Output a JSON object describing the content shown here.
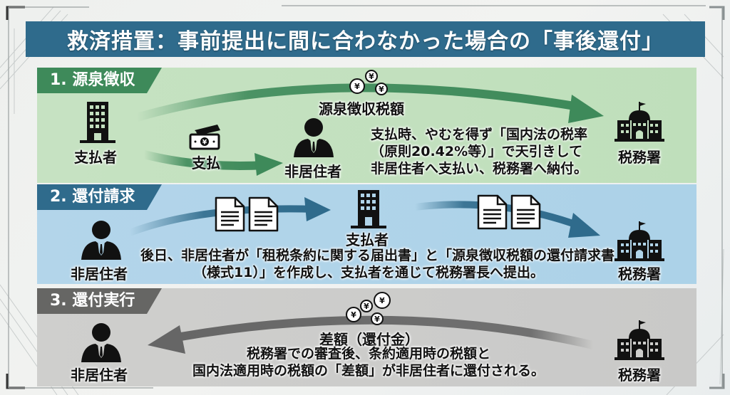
{
  "title": "救済措置：事前提出に間に合わなかった場合の「事後還付」",
  "colors": {
    "title_bg": "#2f6b8c",
    "step1_accent": "#3e8a5a",
    "step1_bg": "#c4e1c0",
    "step2_accent": "#2f6b8c",
    "step2_bg": "#b0d4e9",
    "step3_accent": "#666664",
    "step3_bg": "#cdcdcb"
  },
  "steps": [
    {
      "badge": "1. 源泉徴収",
      "actors": {
        "payer": {
          "label": "支払者",
          "icon": "office-building-icon"
        },
        "nonresident": {
          "label": "非居住者",
          "icon": "person-icon"
        },
        "tax_office": {
          "label": "税務署",
          "icon": "government-building-icon"
        }
      },
      "flows": [
        {
          "label": "源泉徴収税額",
          "icon": "yen-coins-icon",
          "from": "支払者",
          "to": "税務署"
        },
        {
          "label": "支払",
          "icon": "banknote-icon",
          "from": "支払者",
          "to": "非居住者"
        }
      ],
      "description": [
        "支払時、やむを得ず「国内法の税率",
        "（原則20.42%等）」で天引きして",
        "非居住者へ支払い、税務署へ納付。"
      ]
    },
    {
      "badge": "2. 還付請求",
      "actors": {
        "nonresident": {
          "label": "非居住者",
          "icon": "person-icon"
        },
        "payer": {
          "label": "支払者",
          "icon": "office-building-icon"
        },
        "tax_office": {
          "label": "税務署",
          "icon": "government-building-icon"
        }
      },
      "flows": [
        {
          "icon": "documents-icon",
          "from": "非居住者",
          "to": "支払者"
        },
        {
          "icon": "documents-icon",
          "from": "支払者",
          "to": "税務署"
        }
      ],
      "description": [
        "後日、非居住者が「租税条約に関する届出書」と「源泉徴収税額の還付請求書",
        "（様式11）」を作成し、支払者を通じて税務署長へ提出。"
      ]
    },
    {
      "badge": "3. 還付実行",
      "actors": {
        "nonresident": {
          "label": "非居住者",
          "icon": "person-icon"
        },
        "tax_office": {
          "label": "税務署",
          "icon": "government-building-icon"
        }
      },
      "flows": [
        {
          "label": "差額（還付金）",
          "icon": "yen-coins-icon",
          "from": "税務署",
          "to": "非居住者"
        }
      ],
      "description": [
        "税務署での審査後、条約適用時の税額と",
        "国内法適用時の税額の「差額」が非居住者に還付される。"
      ]
    }
  ]
}
